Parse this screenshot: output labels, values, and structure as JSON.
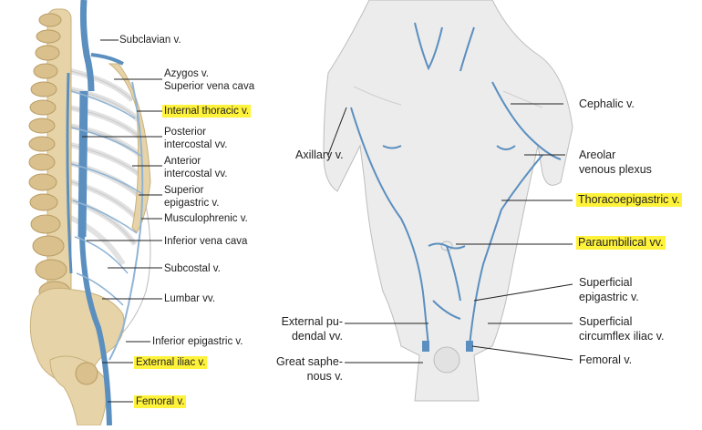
{
  "left_labels": [
    {
      "id": "subclavian",
      "text": "Subclavian v.",
      "highlight": false
    },
    {
      "id": "azygos",
      "text": "Azygos v.",
      "highlight": false
    },
    {
      "id": "svc",
      "text": "Superior vena cava",
      "highlight": false
    },
    {
      "id": "internal_thoracic",
      "text": "Internal thoracic v.",
      "highlight": true
    },
    {
      "id": "post_ic_1",
      "text": "Posterior",
      "highlight": false
    },
    {
      "id": "post_ic_2",
      "text": "intercostal vv.",
      "highlight": false
    },
    {
      "id": "ant_ic_1",
      "text": "Anterior",
      "highlight": false
    },
    {
      "id": "ant_ic_2",
      "text": "intercostal vv.",
      "highlight": false
    },
    {
      "id": "sup_epi_1",
      "text": "Superior",
      "highlight": false
    },
    {
      "id": "sup_epi_2",
      "text": "epigastric v.",
      "highlight": false
    },
    {
      "id": "musculophrenic",
      "text": "Musculophrenic v.",
      "highlight": false
    },
    {
      "id": "ivc",
      "text": "Inferior vena cava",
      "highlight": false
    },
    {
      "id": "subcostal",
      "text": "Subcostal v.",
      "highlight": false
    },
    {
      "id": "lumbar",
      "text": "Lumbar vv.",
      "highlight": false
    },
    {
      "id": "inf_epi",
      "text": "Inferior epigastric v.",
      "highlight": false
    },
    {
      "id": "ext_iliac",
      "text": "External iliac v.",
      "highlight": true
    },
    {
      "id": "femoral_left",
      "text": "Femoral v.",
      "highlight": true
    }
  ],
  "right_labels": [
    {
      "id": "cephalic",
      "text": "Cephalic v.",
      "highlight": false
    },
    {
      "id": "axillary",
      "text": "Axillary v.",
      "highlight": false
    },
    {
      "id": "areolar_1",
      "text": "Areolar",
      "highlight": false
    },
    {
      "id": "areolar_2",
      "text": "venous plexus",
      "highlight": false
    },
    {
      "id": "thoracoepigastric",
      "text": "Thoracoepigastric v.",
      "highlight": true
    },
    {
      "id": "paraumbilical",
      "text": "Paraumbilical vv.",
      "highlight": true
    },
    {
      "id": "sup_epi_sf_1",
      "text": "Superficial",
      "highlight": false
    },
    {
      "id": "sup_epi_sf_2",
      "text": "epigastric v.",
      "highlight": false
    },
    {
      "id": "ext_pud_1",
      "text": "External pu-",
      "highlight": false
    },
    {
      "id": "ext_pud_2",
      "text": "dendal vv.",
      "highlight": false
    },
    {
      "id": "sup_circ_1",
      "text": "Superficial",
      "highlight": false
    },
    {
      "id": "sup_circ_2",
      "text": "circumflex iliac v.",
      "highlight": false
    },
    {
      "id": "great_saph_1",
      "text": "Great saphe-",
      "highlight": false
    },
    {
      "id": "great_saph_2",
      "text": "nous v.",
      "highlight": false
    },
    {
      "id": "femoral_right",
      "text": "Femoral v.",
      "highlight": false
    }
  ],
  "colors": {
    "vein": "#5b8fbf",
    "vein_light": "#8fb4d6",
    "bone": "#e6d3a8",
    "bone_dark": "#c9b07c",
    "skin": "#ececec",
    "highlight": "#fff23a",
    "leader": "#222222"
  }
}
